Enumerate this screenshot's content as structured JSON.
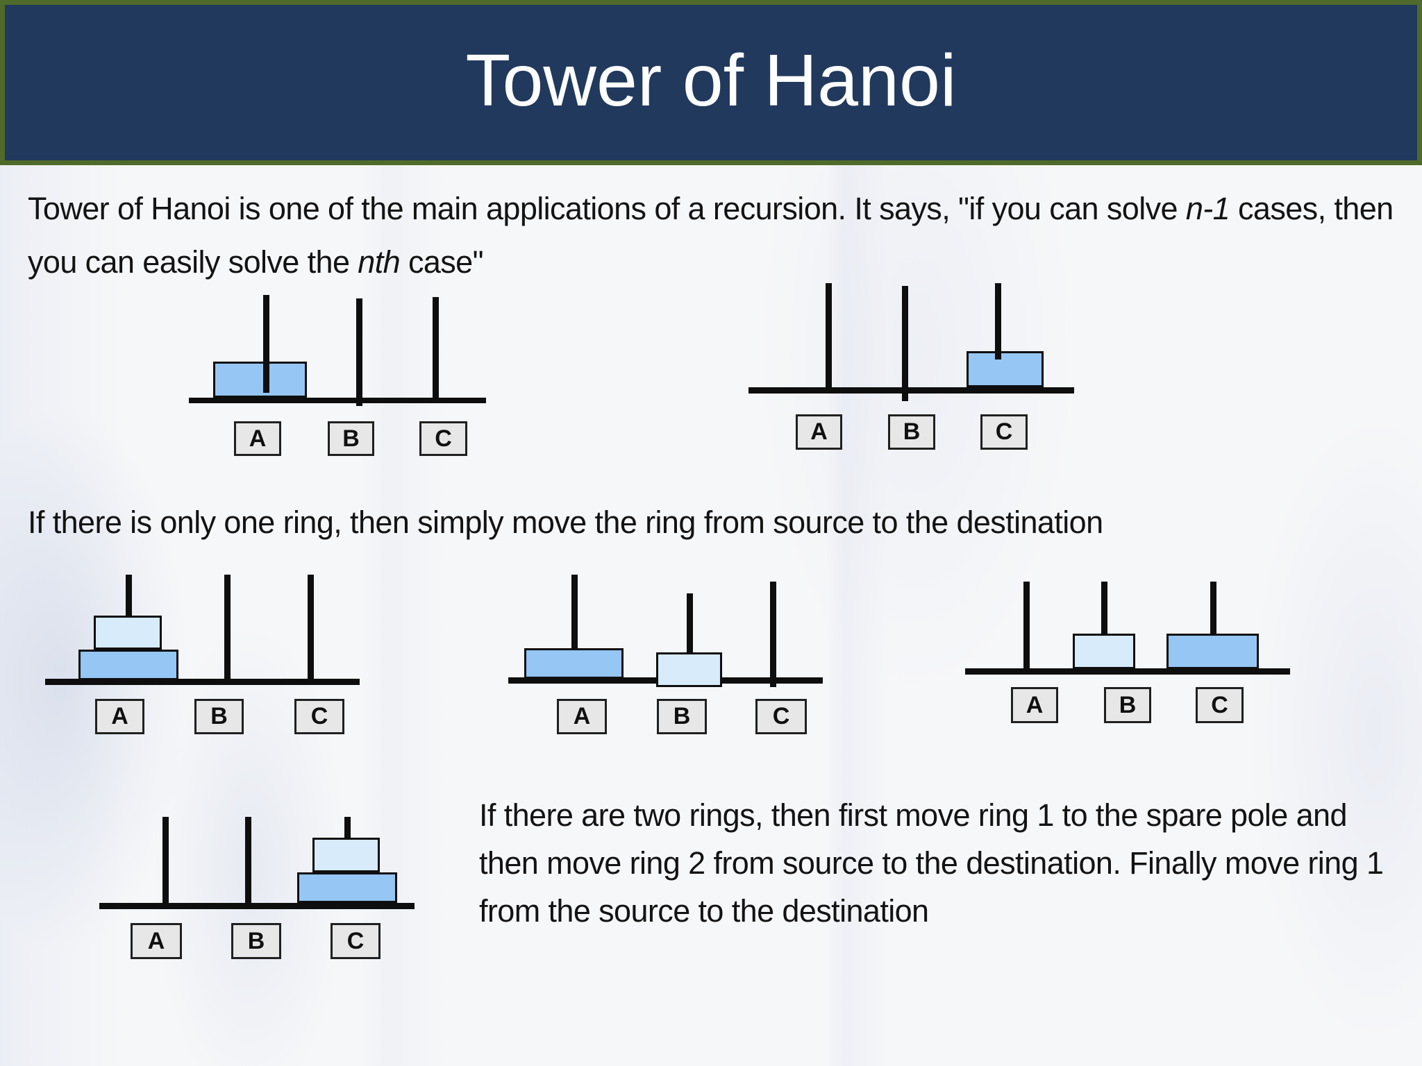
{
  "header": {
    "title": "Tower of Hanoi"
  },
  "intro": {
    "segments": [
      {
        "text": "Tower of Hanoi is one of the main applications of a recursion. It says, \"if you can solve ",
        "style": "normal"
      },
      {
        "text": "n-1",
        "style": "italic"
      },
      {
        "text": " cases, then you can easily solve the ",
        "style": "normal"
      },
      {
        "text": "nth",
        "style": "italic"
      },
      {
        "text": " case\"",
        "style": "normal"
      }
    ]
  },
  "one_ring_text": "If there is only one ring, then simply move the ring from source to the destination",
  "two_ring_text": "If there are two rings, then first move ring 1 to the spare pole and then move ring 2 from source to the destination. Finally move ring 1 from the source to the destination",
  "colors": {
    "header_bg": "#21395C",
    "header_border": "#4F6A2B",
    "ring_large": "#95C6F4",
    "ring_small": "#D7EBFA",
    "label_bg": "#E7E7E7",
    "pole": "#0e0e0e"
  },
  "diagrams": [
    {
      "name": "one-ring-source",
      "labels": [
        "A",
        "B",
        "C"
      ],
      "rings": [
        {
          "pole": "A",
          "level": 0,
          "size": "large"
        }
      ]
    },
    {
      "name": "one-ring-destination",
      "labels": [
        "A",
        "B",
        "C"
      ],
      "rings": [
        {
          "pole": "C",
          "level": 0,
          "size": "large"
        }
      ]
    },
    {
      "name": "two-rings-start",
      "labels": [
        "A",
        "B",
        "C"
      ],
      "rings": [
        {
          "pole": "A",
          "level": 0,
          "size": "large"
        },
        {
          "pole": "A",
          "level": 1,
          "size": "small"
        }
      ]
    },
    {
      "name": "two-rings-step1",
      "labels": [
        "A",
        "B",
        "C"
      ],
      "rings": [
        {
          "pole": "A",
          "level": 0,
          "size": "large"
        },
        {
          "pole": "B",
          "level": 0,
          "size": "small"
        }
      ]
    },
    {
      "name": "two-rings-step2",
      "labels": [
        "A",
        "B",
        "C"
      ],
      "rings": [
        {
          "pole": "B",
          "level": 0,
          "size": "small"
        },
        {
          "pole": "C",
          "level": 0,
          "size": "large"
        }
      ]
    },
    {
      "name": "two-rings-final",
      "labels": [
        "A",
        "B",
        "C"
      ],
      "rings": [
        {
          "pole": "C",
          "level": 0,
          "size": "large"
        },
        {
          "pole": "C",
          "level": 1,
          "size": "small"
        }
      ]
    }
  ]
}
